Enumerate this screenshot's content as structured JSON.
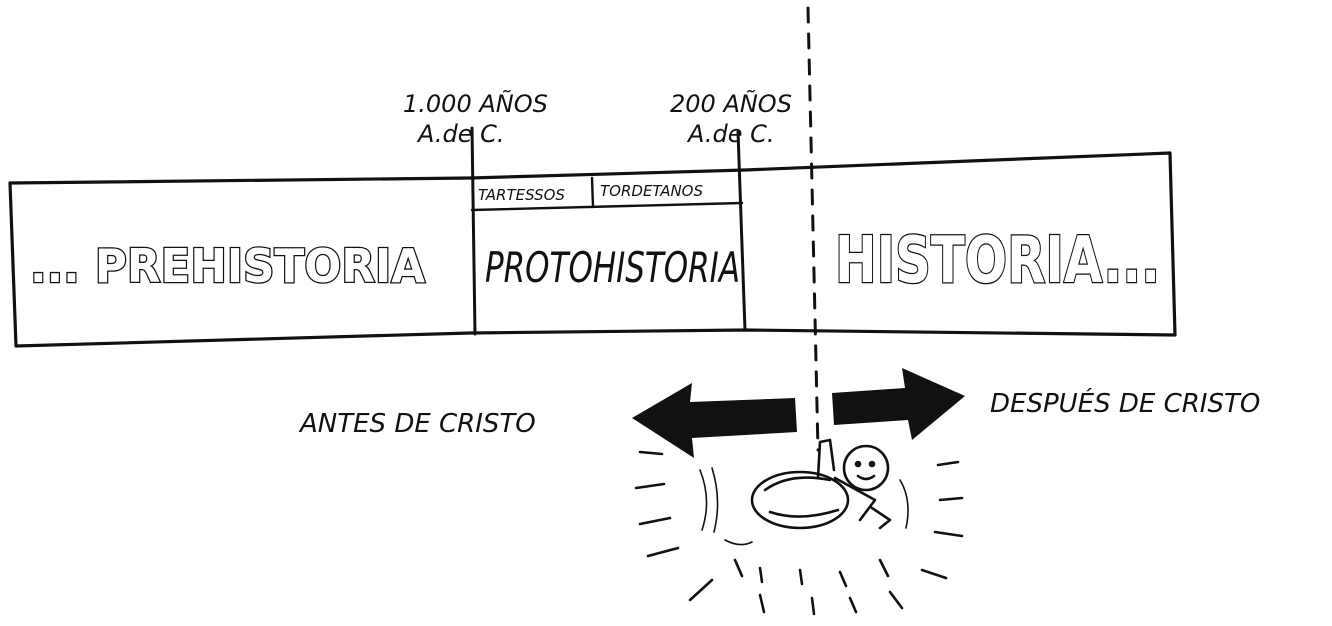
{
  "timeline": {
    "eras": {
      "prehistory": "... PREHISTORIA",
      "protohistory": "PROTOHISTORIA",
      "history": "HISTORIA...",
      "sub_left": "TARTESSOS",
      "sub_right": "TORDETANOS"
    },
    "markers": [
      {
        "line1": "1.000 AÑOS",
        "line2": "A.de C."
      },
      {
        "line1": "200 AÑOS",
        "line2": "A.de C."
      }
    ]
  },
  "arrows": {
    "before": "ANTES DE CRISTO",
    "after": "DESPUÉS DE CRISTO"
  },
  "colors": {
    "ink": "#111111",
    "paper": "#ffffff"
  }
}
